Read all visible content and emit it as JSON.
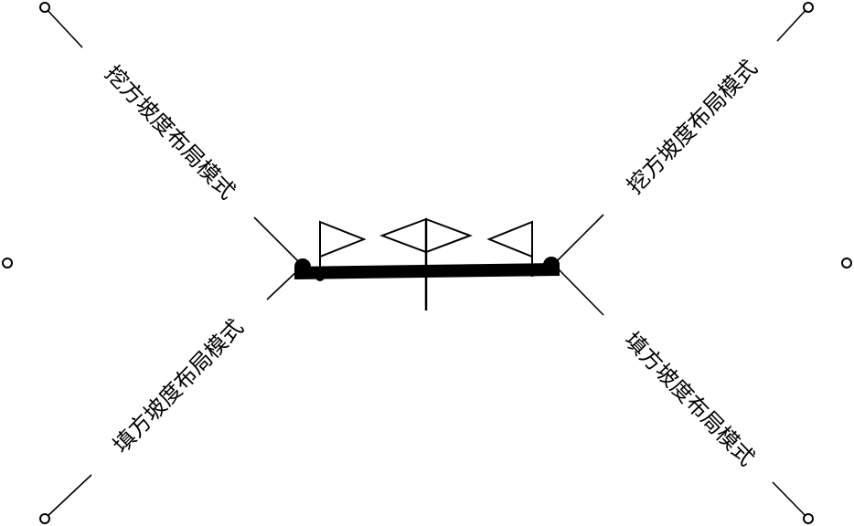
{
  "labels": {
    "top_left": "挖方坡度布局模式",
    "top_right": "挖方坡度布局模式",
    "bottom_left": "填方坡度布局模式",
    "bottom_right": "填方坡度布局模式"
  },
  "colors": {
    "line": "#000000",
    "background": "#ffffff"
  },
  "icons": [
    "handle-circle-icon",
    "flag-arrow-icon",
    "double-arrow-icon"
  ]
}
